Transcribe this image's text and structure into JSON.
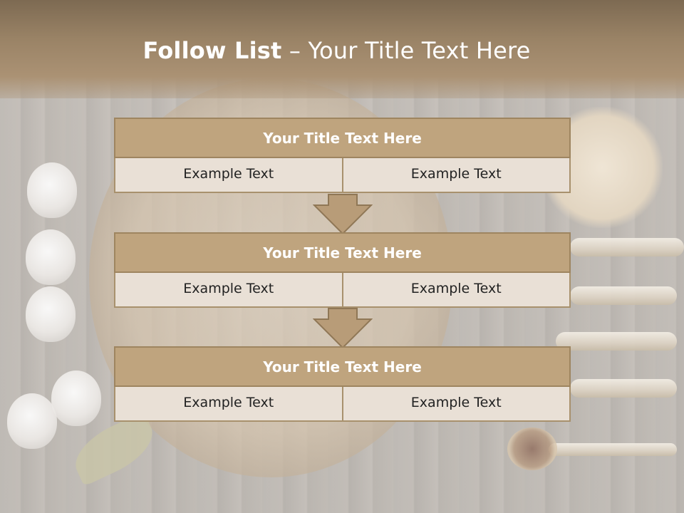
{
  "slide": {
    "title_bold": "Follow List",
    "title_rest": " – Your Title Text Here"
  },
  "steps": [
    {
      "title": "Your Title Text Here",
      "left": "Example Text",
      "right": "Example Text"
    },
    {
      "title": "Your Title Text Here",
      "left": "Example Text",
      "right": "Example Text"
    },
    {
      "title": "Your Title Text Here",
      "left": "Example Text",
      "right": "Example Text"
    }
  ],
  "colors": {
    "header": "#9a8366",
    "block_head": "#bfa47e",
    "block_cell": "#e9e0d6",
    "border": "#a8916d"
  },
  "icons": [
    "down-arrow-icon"
  ]
}
